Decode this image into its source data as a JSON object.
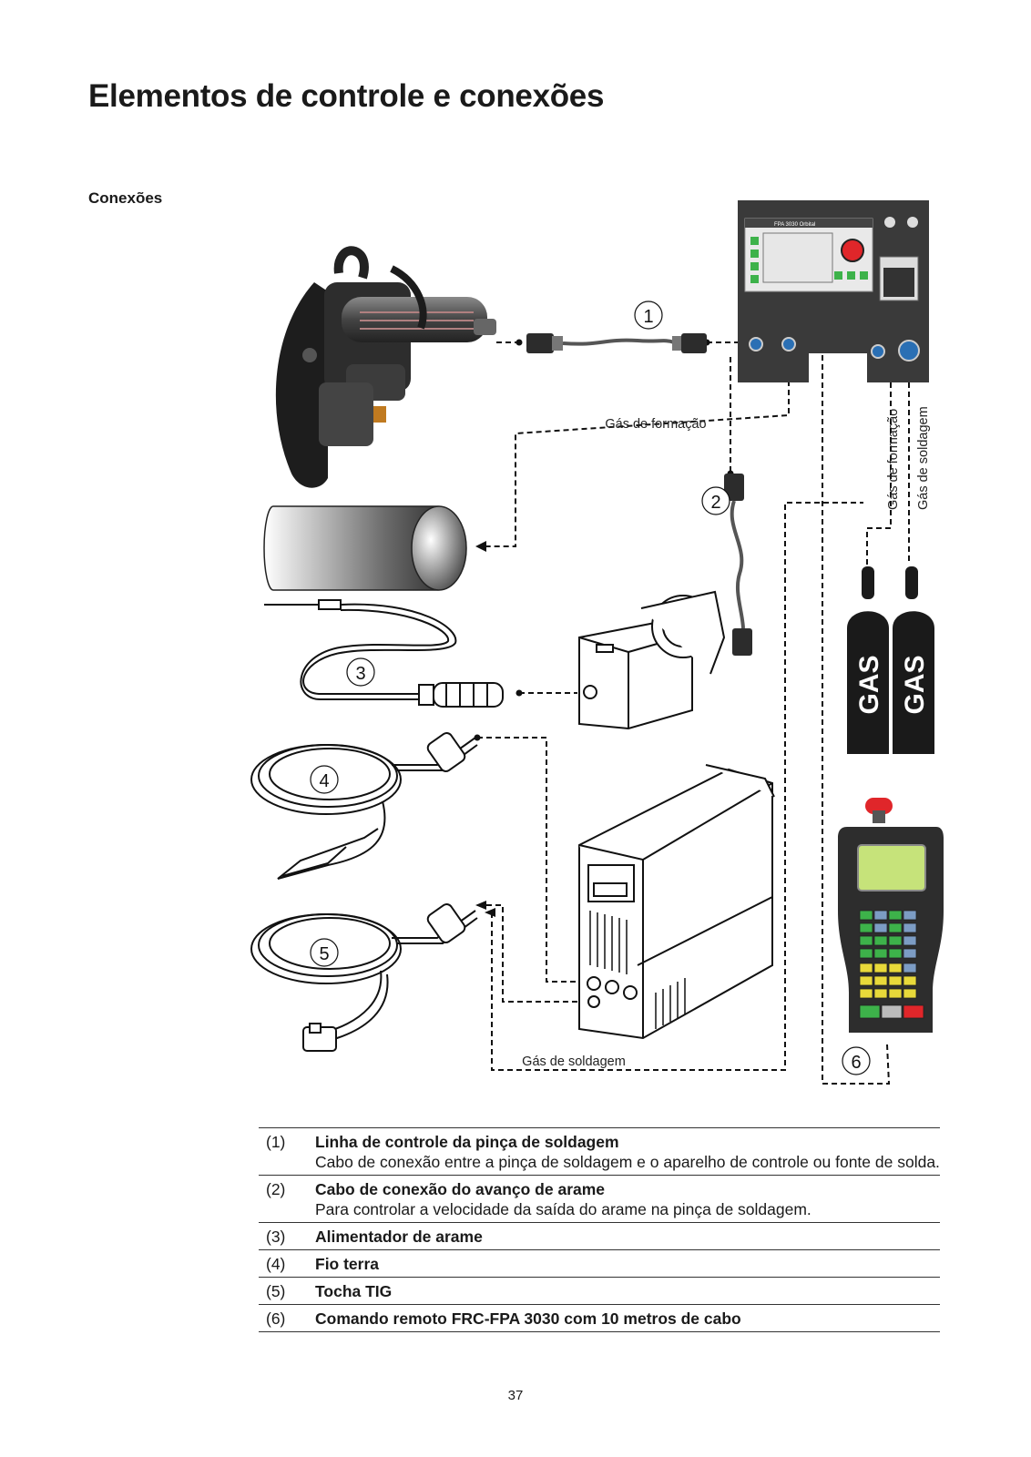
{
  "page": {
    "title": "Elementos de controle e conexões",
    "section": "Conexões",
    "page_number": "37"
  },
  "diagram": {
    "callouts": [
      "1",
      "2",
      "3",
      "4",
      "5",
      "6"
    ],
    "labels": {
      "gas_formacao_h": "Gás de formação",
      "gas_formacao_v": "Gás de formação",
      "gas_soldagem_v": "Gás de soldagem",
      "gas_soldagem_h": "Gás de soldagem"
    },
    "control_unit": {
      "display_title": "FPA 3030 Orbital"
    },
    "cylinders": [
      "GAS",
      "GAS"
    ]
  },
  "legend": [
    {
      "num": "(1)",
      "label": "Linha de controle da pinça de soldagem",
      "desc": "Cabo de conexão entre a pinça de soldagem e o aparelho de controle ou fonte de solda."
    },
    {
      "num": "(2)",
      "label": "Cabo de conexão do avanço de arame",
      "desc": "Para controlar a velocidade da saída do arame na pinça de soldagem."
    },
    {
      "num": "(3)",
      "label": "Alimentador de arame",
      "desc": ""
    },
    {
      "num": "(4)",
      "label": "Fio terra",
      "desc": ""
    },
    {
      "num": "(5)",
      "label": "Tocha TIG",
      "desc": ""
    },
    {
      "num": "(6)",
      "label": "Comando remoto FRC-FPA 3030 com 10 metros de cabo",
      "desc": ""
    }
  ],
  "colors": {
    "device_dark": "#3a3a3a",
    "screen_green": "#c6e37a",
    "knob_red": "#e0262a",
    "connector_blue": "#2a6fb4"
  }
}
